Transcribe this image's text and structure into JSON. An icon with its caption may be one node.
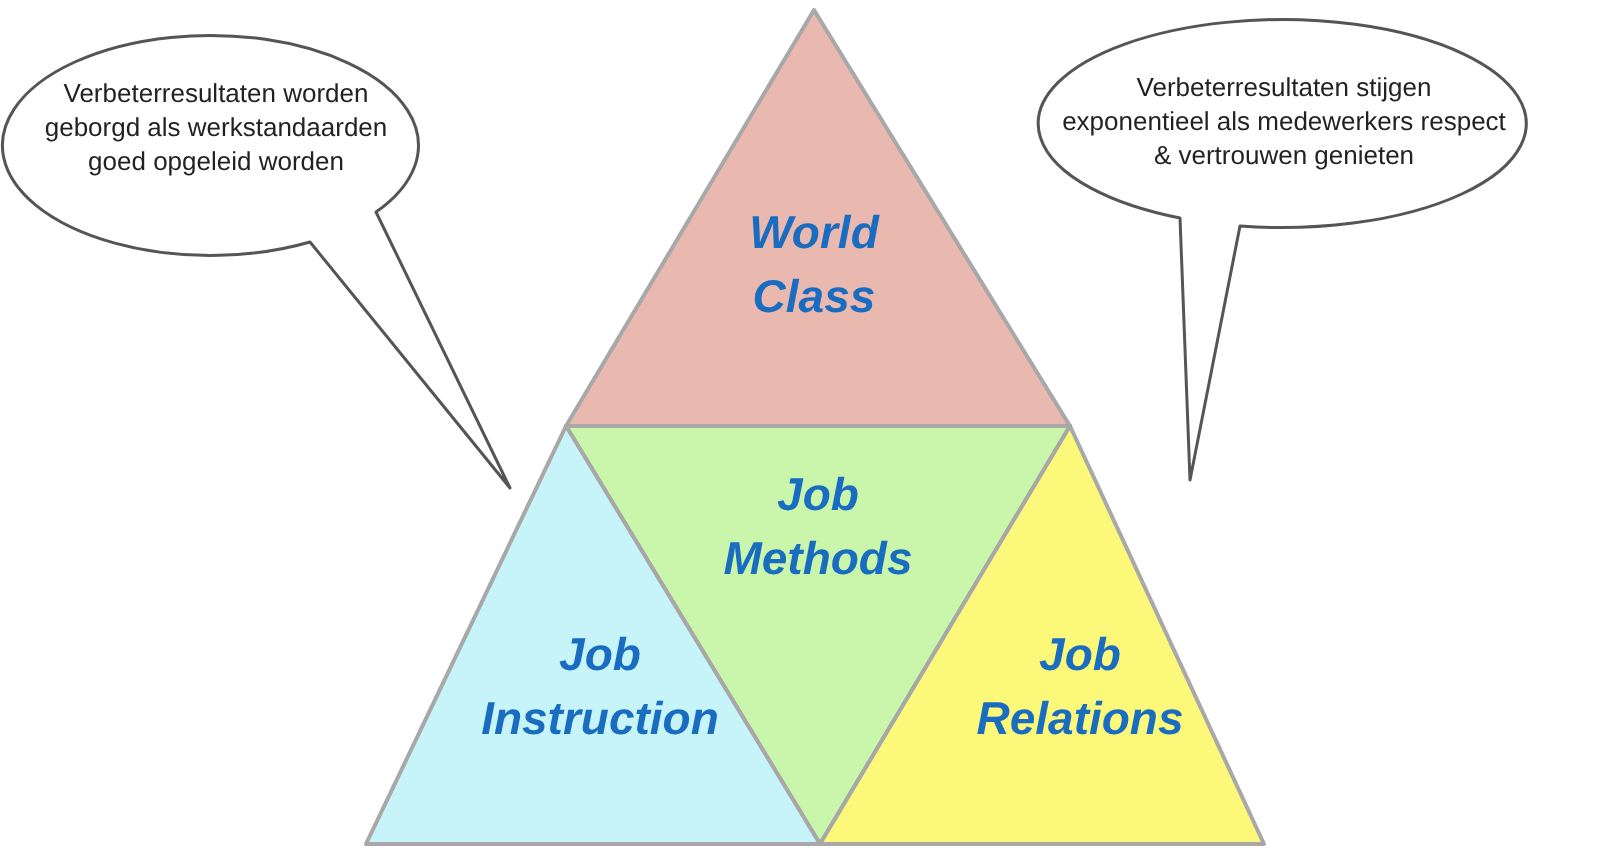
{
  "diagram": {
    "nodes": [
      {
        "text": [
          "Verbeterresultaten worden geborgd als werkstandaarden goed opgeleid worden"
        ]
      },
      {
        "text": [
          "World Class"
        ]
      },
      {
        "text": [
          "Verbeterresultaten stijgen exponentieel als medewerkers respect & vertrouwen genieten"
        ]
      },
      {
        "text": [
          "Job Methods"
        ]
      },
      {
        "text": [
          "Job Instruction"
        ]
      },
      {
        "text": [
          "Job Relations"
        ]
      }
    ]
  }
}
